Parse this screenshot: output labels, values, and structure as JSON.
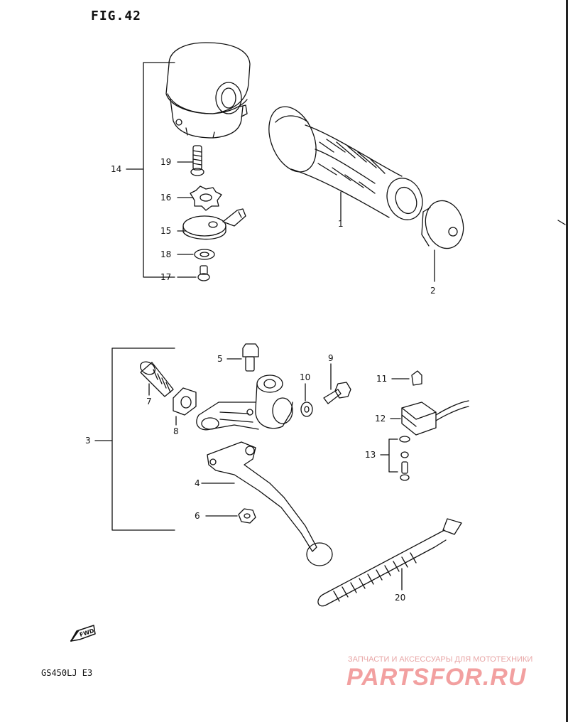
{
  "figure_title": "FIG.42",
  "model_code": "GS450LJ E3",
  "fwd_label": "FWD",
  "watermark": {
    "tagline": "ЗАПЧАСТИ И АКСЕССУАРЫ ДЛЯ МОТОТЕХНИКИ",
    "brand": "PARTSFOR.RU"
  },
  "part_labels": {
    "p1": "1",
    "p2": "2",
    "p3": "3",
    "p4": "4",
    "p5": "5",
    "p6": "6",
    "p7": "7",
    "p8": "8",
    "p9": "9",
    "p10": "10",
    "p11": "11",
    "p12": "12",
    "p13": "13",
    "p14": "14",
    "p15": "15",
    "p16": "16",
    "p17": "17",
    "p18": "18",
    "p19": "19",
    "p20": "20"
  },
  "colors": {
    "line": "#111111",
    "watermark": "#f2a0a0"
  }
}
